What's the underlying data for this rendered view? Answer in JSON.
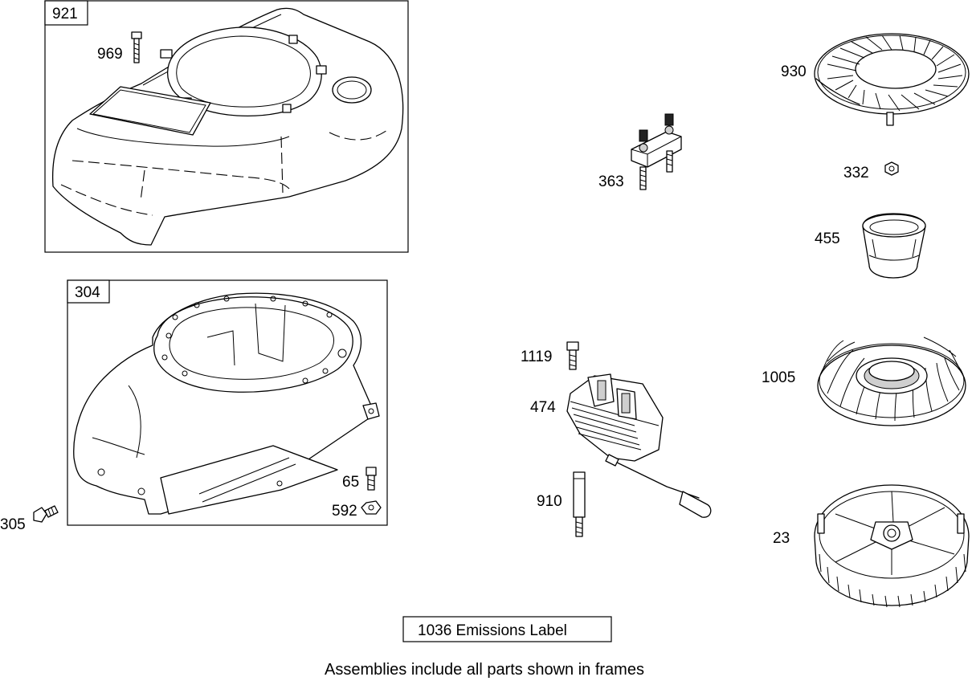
{
  "frames": {
    "blower_housing": {
      "label": "921"
    },
    "engine_base": {
      "label": "304"
    }
  },
  "parts": {
    "screw_969": "969",
    "bracket_363": "363",
    "screen_930": "930",
    "nut_332": "332",
    "cup_455": "455",
    "screw_1119": "1119",
    "armature_474": "474",
    "spacer_910": "910",
    "flywheel_fan_1005": "1005",
    "flywheel_23": "23",
    "screw_305": "305",
    "screw_65": "65",
    "nut_592": "592"
  },
  "emissions_label": "1036 Emissions Label",
  "footer_note": "Assemblies include all parts shown in frames"
}
